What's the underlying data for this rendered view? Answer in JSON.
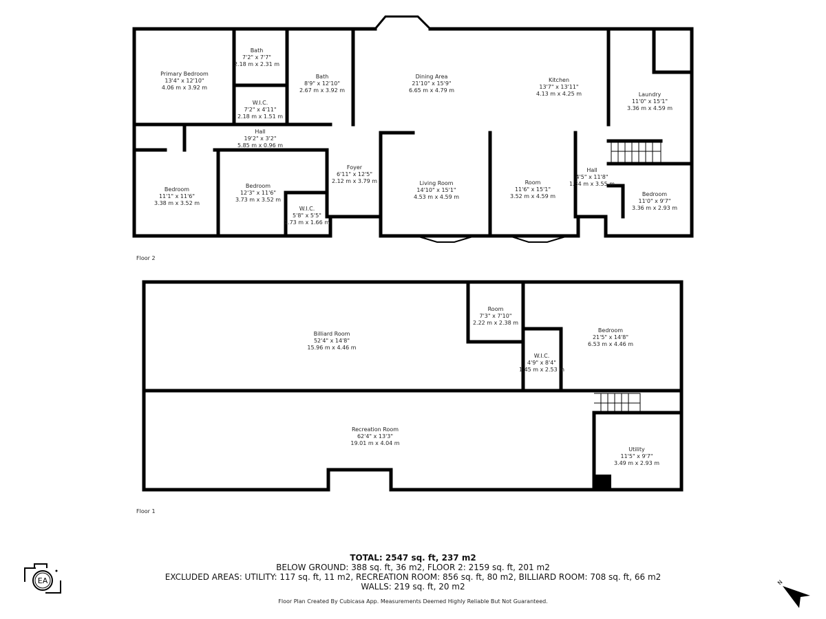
{
  "floors": [
    {
      "label": "Floor 2",
      "rooms": [
        {
          "name": "Primary Bedroom",
          "ft": "13'4\" x 12'10\"",
          "m": "4.06 m x 3.92 m"
        },
        {
          "name": "Bath",
          "ft": "7'2\" x 7'7\"",
          "m": "2.18 m x 2.31 m"
        },
        {
          "name": "Bath",
          "ft": "8'9\" x 12'10\"",
          "m": "2.67 m x 3.92 m"
        },
        {
          "name": "W.I.C.",
          "ft": "7'2\" x 4'11\"",
          "m": "2.18 m x 1.51 m"
        },
        {
          "name": "Hall",
          "ft": "19'2\" x 3'2\"",
          "m": "5.85 m x 0.96 m"
        },
        {
          "name": "Bedroom",
          "ft": "11'1\" x 11'6\"",
          "m": "3.38 m x 3.52 m"
        },
        {
          "name": "Bedroom",
          "ft": "12'3\" x 11'6\"",
          "m": "3.73 m x 3.52 m"
        },
        {
          "name": "W.I.C.",
          "ft": "5'8\" x 5'5\"",
          "m": "1.73 m x 1.66 m"
        },
        {
          "name": "Foyer",
          "ft": "6'11\" x 12'5\"",
          "m": "2.12 m x 3.79 m"
        },
        {
          "name": "Dining Area",
          "ft": "21'10\" x 15'9\"",
          "m": "6.65 m x 4.79 m"
        },
        {
          "name": "Kitchen",
          "ft": "13'7\" x 13'11\"",
          "m": "4.13 m x 4.25 m"
        },
        {
          "name": "Laundry",
          "ft": "11'0\" x 15'1\"",
          "m": "3.36 m x 4.59 m"
        },
        {
          "name": "Living Room",
          "ft": "14'10\" x 15'1\"",
          "m": "4.53 m x 4.59 m"
        },
        {
          "name": "Room",
          "ft": "11'6\" x 15'1\"",
          "m": "3.52 m x 4.59 m"
        },
        {
          "name": "Hall",
          "ft": "4'5\" x 11'8\"",
          "m": "1.34 m x 3.55 m"
        },
        {
          "name": "Bedroom",
          "ft": "11'0\" x 9'7\"",
          "m": "3.36 m x 2.93 m"
        }
      ]
    },
    {
      "label": "Floor 1",
      "rooms": [
        {
          "name": "Billiard Room",
          "ft": "52'4\" x 14'8\"",
          "m": "15.96 m x 4.46 m"
        },
        {
          "name": "Room",
          "ft": "7'3\" x 7'10\"",
          "m": "2.22 m x 2.38 m"
        },
        {
          "name": "Bedroom",
          "ft": "21'5\" x 14'8\"",
          "m": "6.53 m x 4.46 m"
        },
        {
          "name": "W.I.C.",
          "ft": "4'9\" x 8'4\"",
          "m": "1.45 m x 2.53 m"
        },
        {
          "name": "Recreation Room",
          "ft": "62'4\" x 13'3\"",
          "m": "19.01 m x 4.04 m"
        },
        {
          "name": "Utility",
          "ft": "11'5\" x 9'7\"",
          "m": "3.49 m x 2.93 m"
        }
      ]
    }
  ],
  "summary": {
    "total": "TOTAL: 2547 sq. ft, 237 m2",
    "below": "BELOW GROUND: 388 sq. ft, 36 m2, FLOOR 2: 2159 sq. ft, 201 m2",
    "excluded": "EXCLUDED AREAS: UTILITY: 117 sq. ft, 11 m2, RECREATION ROOM: 856 sq. ft, 80 m2, BILLIARD ROOM: 708 sq. ft, 66 m2",
    "walls": "WALLS: 219 sq. ft, 20 m2"
  },
  "footer": "Floor Plan Created By Cubicasa App. Measurements Deemed Highly Reliable But Not Guaranteed.",
  "logo_text": "EA",
  "compass_label": "N"
}
